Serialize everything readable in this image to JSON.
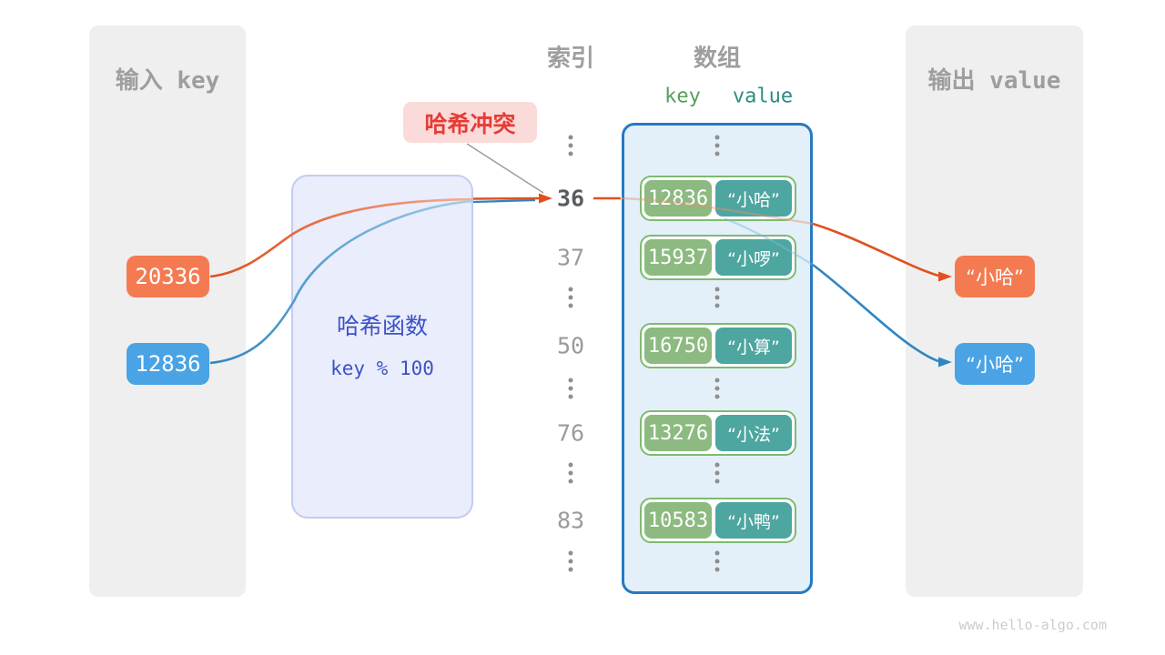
{
  "left_panel": {
    "title": "输入 key",
    "keys": [
      {
        "value": "20336",
        "color": "#F47B51"
      },
      {
        "value": "12836",
        "color": "#49A3E4"
      }
    ]
  },
  "hash_box": {
    "title": "哈希函数",
    "formula": "key % 100"
  },
  "collision": {
    "text": "哈希冲突"
  },
  "index_column": {
    "title": "索引",
    "items": [
      "36",
      "37",
      "50",
      "76",
      "83"
    ],
    "highlighted": "36"
  },
  "array": {
    "title": "数组",
    "key_header": "key",
    "value_header": "value",
    "entries": [
      {
        "key": "12836",
        "value": "“小哈”"
      },
      {
        "key": "15937",
        "value": "“小啰”"
      },
      {
        "key": "16750",
        "value": "“小算”"
      },
      {
        "key": "13276",
        "value": "“小法”"
      },
      {
        "key": "10583",
        "value": "“小鸭”"
      }
    ]
  },
  "right_panel": {
    "title": "输出 value",
    "values": [
      {
        "text": "“小哈”",
        "color": "#F47B51"
      },
      {
        "text": "“小哈”",
        "color": "#49A3E4"
      }
    ]
  },
  "footer": "www.hello-algo.com",
  "colors": {
    "orange": "#F47B51",
    "orange_arrow": "#E0511F",
    "blue": "#49A3E4",
    "blue_arrow": "#2E86C1",
    "green_key": "#8CBA80",
    "teal_value": "#4DA6A0",
    "entry_border": "#7DBB6E",
    "array_border": "#2879C0",
    "array_fill": "#E3F0F9",
    "hash_fill": "#EAEDFB",
    "hash_text": "#3D52C4",
    "collision_text": "#E63C35",
    "collision_bg": "#FADBD9",
    "panel_bg": "#efefef",
    "gray_text": "#9e9e9e"
  }
}
